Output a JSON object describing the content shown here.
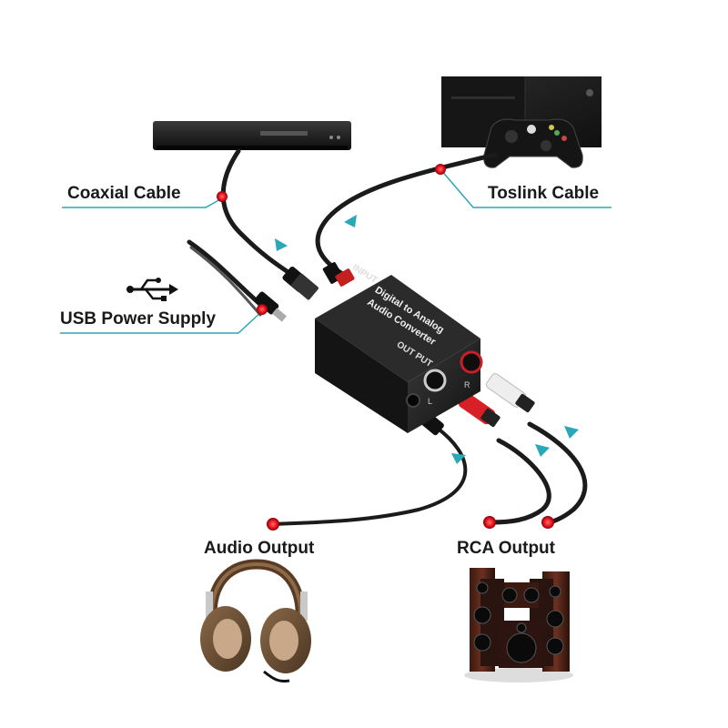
{
  "labels": {
    "coaxial": "Coaxial Cable",
    "toslink": "Toslink Cable",
    "usb_power": "USB Power Supply",
    "audio_output": "Audio Output",
    "rca_output": "RCA Output"
  },
  "converter": {
    "title_line1": "Digital to Analog",
    "title_line2": "Audio Converter",
    "input_label": "INPUT",
    "output_label": "OUT PUT",
    "channel_left": "L",
    "channel_right": "R"
  },
  "icons": [
    "usb-icon",
    "headphone-icon",
    "dvd-player-icon",
    "game-console-icon",
    "speaker-system-icon"
  ],
  "colors": {
    "accent_line": "#2aa7b8",
    "marker_dot": "#e8141e",
    "cable": "#1b1b1b",
    "converter_body": "#1e1e1e"
  }
}
